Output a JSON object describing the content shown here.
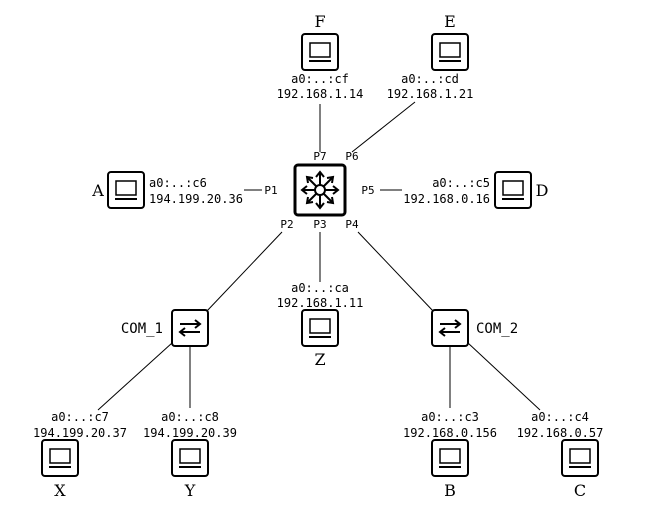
{
  "router": {
    "ports": {
      "p1": "P1",
      "p2": "P2",
      "p3": "P3",
      "p4": "P4",
      "p5": "P5",
      "p6": "P6",
      "p7": "P7"
    }
  },
  "switches": {
    "com1": {
      "name": "COM_1"
    },
    "com2": {
      "name": "COM_2"
    }
  },
  "hosts": {
    "F": {
      "name": "F",
      "mac": "a0:..:cf",
      "ip": "192.168.1.14"
    },
    "E": {
      "name": "E",
      "mac": "a0:..:cd",
      "ip": "192.168.1.21"
    },
    "A": {
      "name": "A",
      "mac": "a0:..:c6",
      "ip": "194.199.20.36"
    },
    "D": {
      "name": "D",
      "mac": "a0:..:c5",
      "ip": "192.168.0.16"
    },
    "Z": {
      "name": "Z",
      "mac": "a0:..:ca",
      "ip": "192.168.1.11"
    },
    "X": {
      "name": "X",
      "mac": "a0:..:c7",
      "ip": "194.199.20.37"
    },
    "Y": {
      "name": "Y",
      "mac": "a0:..:c8",
      "ip": "194.199.20.39"
    },
    "B": {
      "name": "B",
      "mac": "a0:..:c3",
      "ip": "192.168.0.156"
    },
    "C": {
      "name": "C",
      "mac": "a0:..:c4",
      "ip": "192.168.0.57"
    }
  },
  "colors": {
    "stroke": "#000000",
    "background": "#ffffff"
  }
}
